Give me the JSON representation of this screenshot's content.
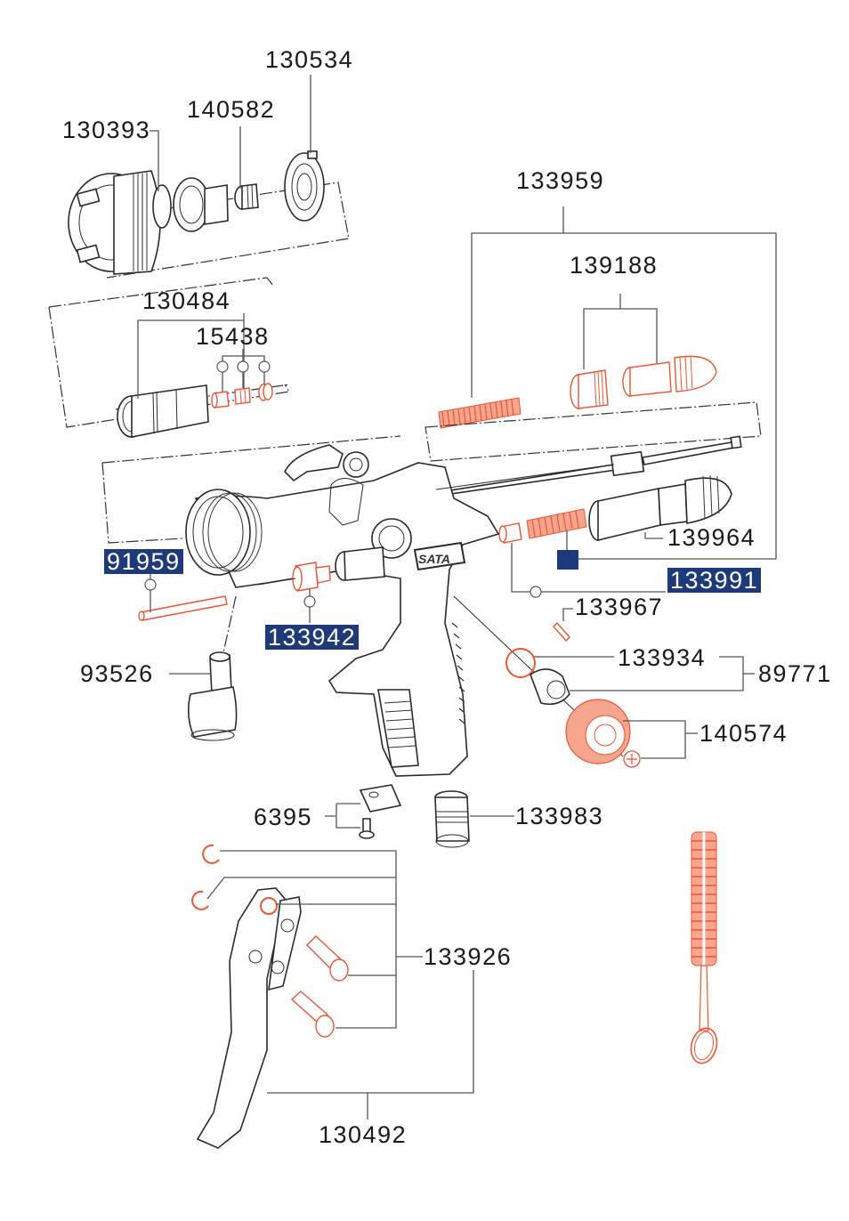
{
  "diagram": {
    "title": "Spray gun exploded parts diagram",
    "brand_mark": "SATA",
    "colors": {
      "highlight_label_bg": "#1f3a7a",
      "highlight_label_text": "#ffffff",
      "accent_part": "#ee5533",
      "line": "#555555",
      "text": "#1a1a1a"
    },
    "labels": {
      "p130534": "130534",
      "p130393": "130393",
      "p140582": "140582",
      "p133959": "133959",
      "p139188": "139188",
      "p130484": "130484",
      "p15438": "15438",
      "p91959": "91959",
      "p133942": "133942",
      "p139964": "139964",
      "p133991": "133991",
      "p133967": "133967",
      "p93526": "93526",
      "p133934": "133934",
      "p89771": "89771",
      "p140574": "140574",
      "p6395": "6395",
      "p133983": "133983",
      "p133926": "133926",
      "p130492": "130492"
    },
    "highlighted_parts": [
      "91959",
      "133942",
      "133991"
    ]
  }
}
